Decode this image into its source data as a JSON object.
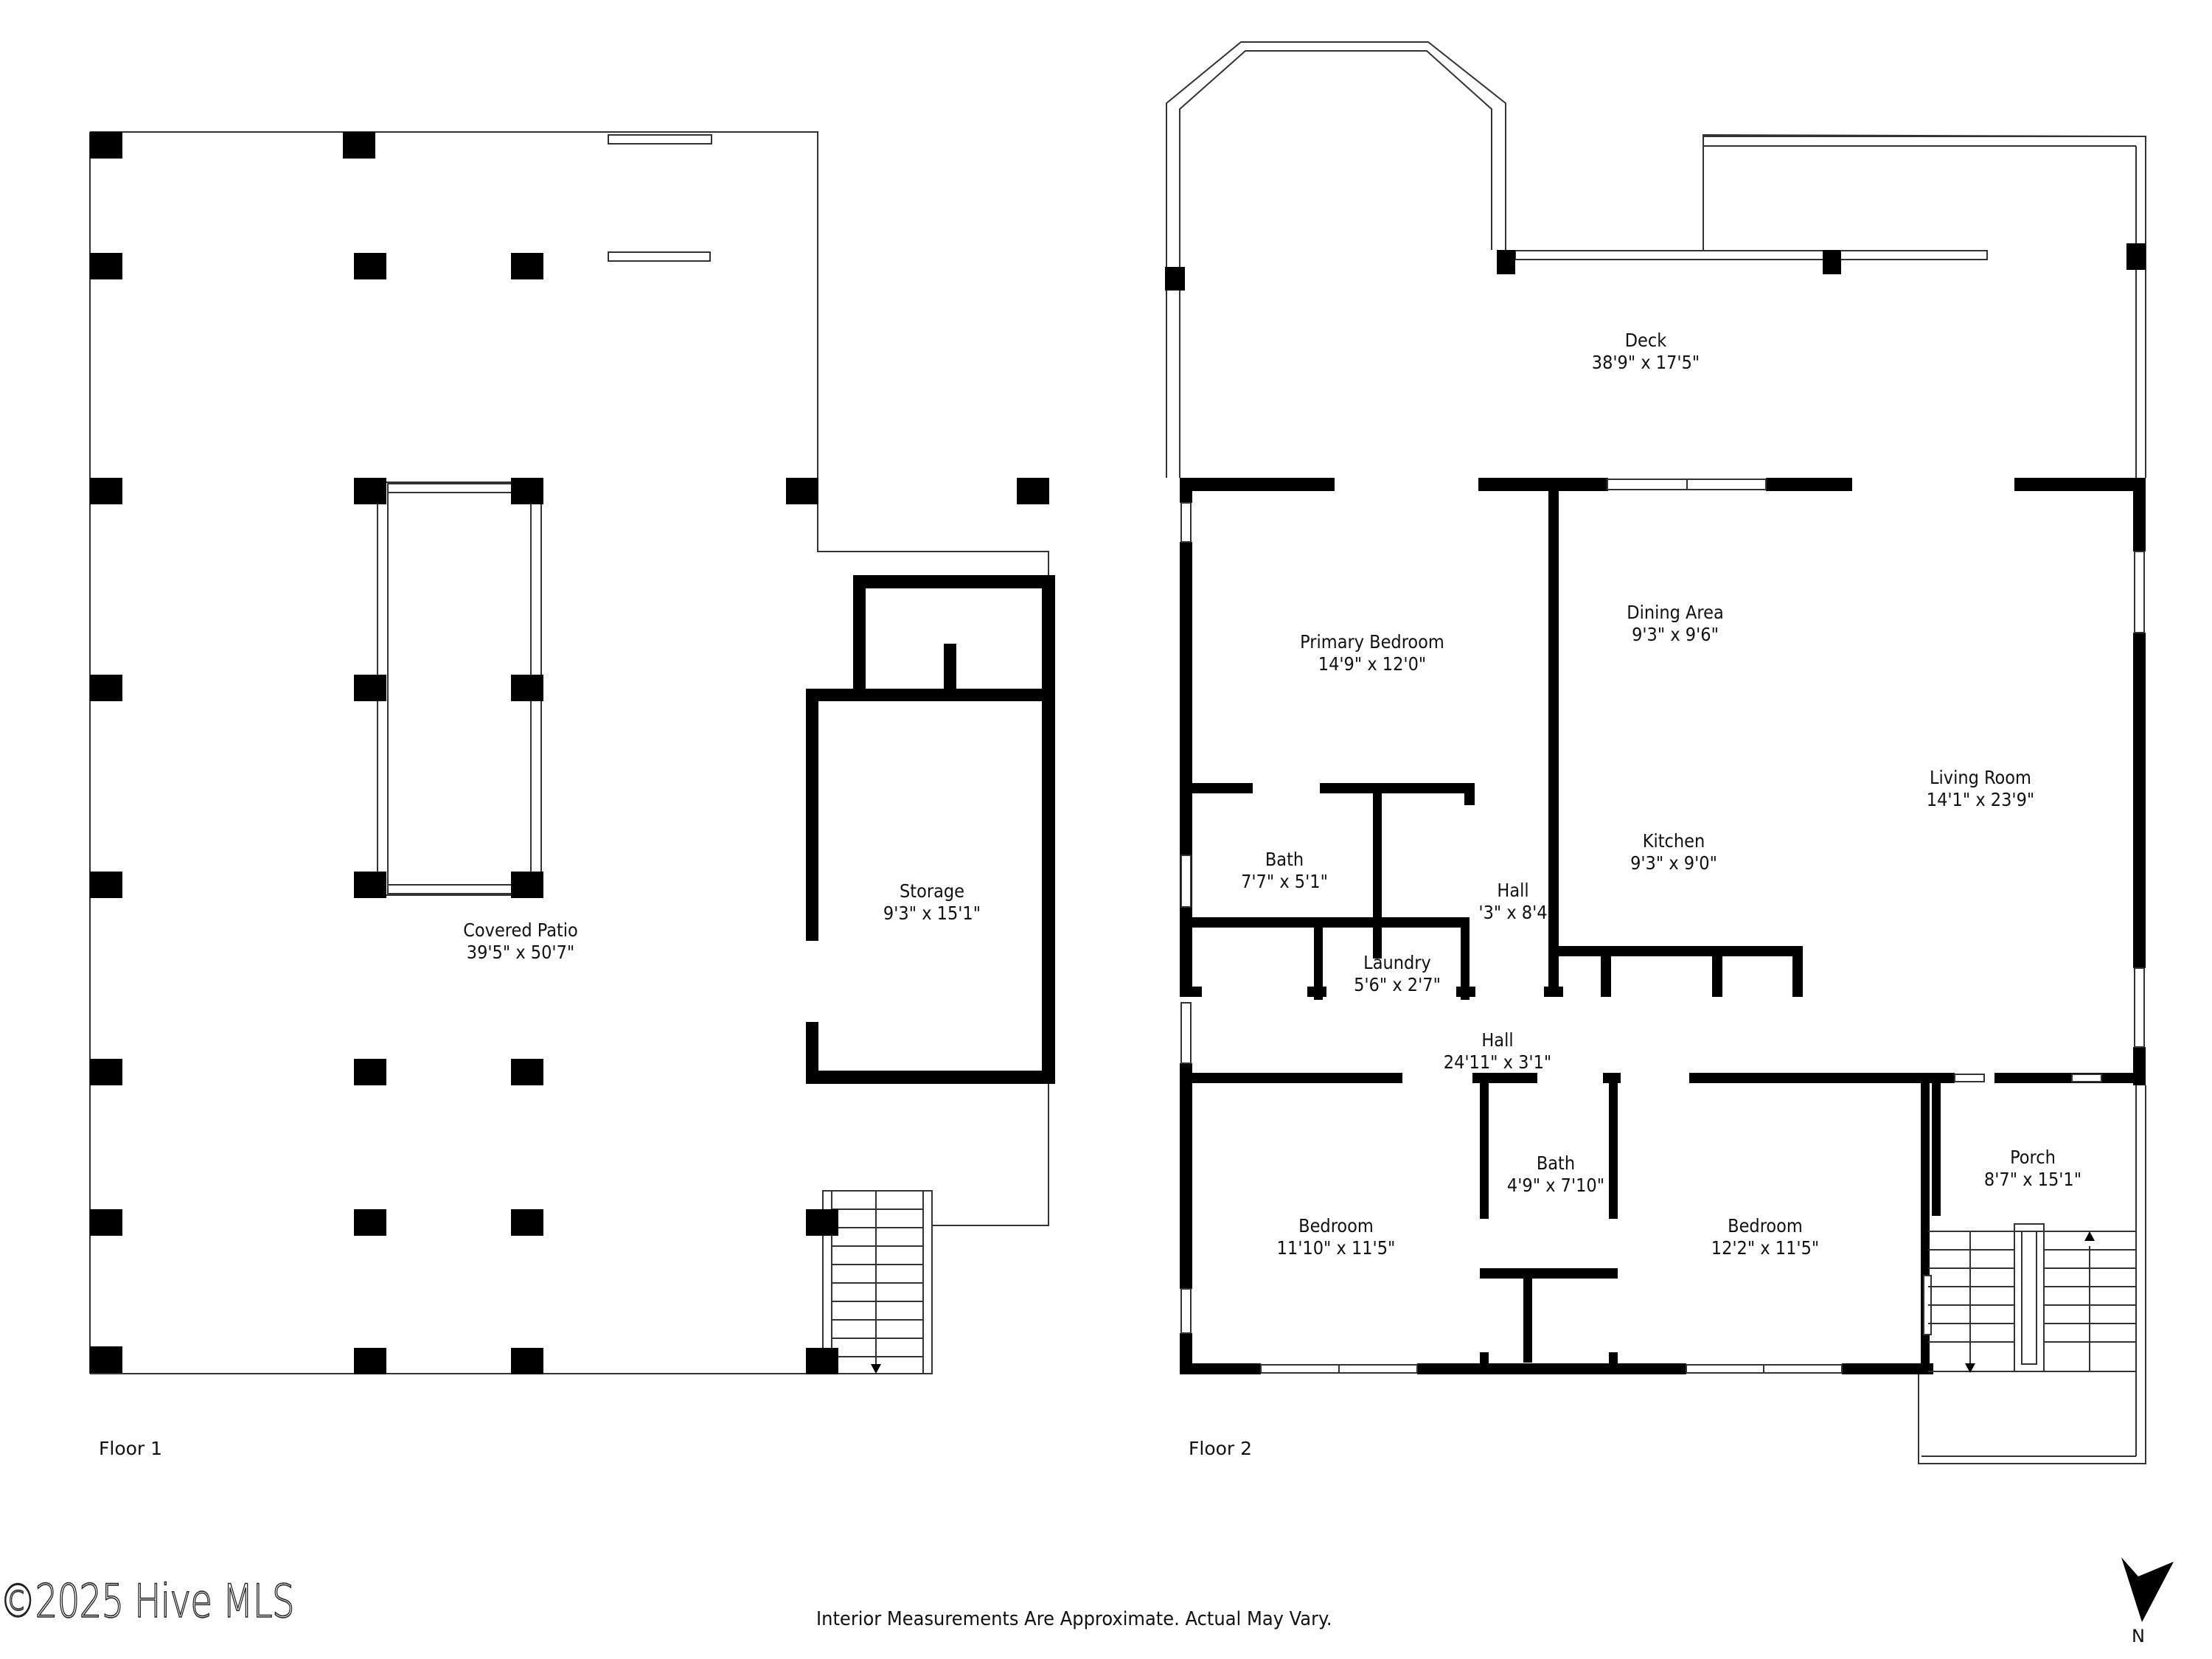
{
  "document": {
    "type": "floor plan",
    "disclaimer": "Interior Measurements Are Approximate. Actual May Vary.",
    "watermark": "©2025 Hive MLS",
    "compass": {
      "icon": "north-arrow-icon",
      "label": "N"
    }
  },
  "floors": [
    {
      "label": "Floor 1",
      "rooms": [
        {
          "name": "Covered Patio",
          "dimensions": "39'5\" x 50'7\""
        },
        {
          "name": "Storage",
          "dimensions": "9'3\" x 15'1\""
        }
      ]
    },
    {
      "label": "Floor 2",
      "rooms": [
        {
          "name": "Deck",
          "dimensions": "38'9\" x 17'5\""
        },
        {
          "name": "Primary Bedroom",
          "dimensions": "14'9\" x 12'0\""
        },
        {
          "name": "Dining Area",
          "dimensions": "9'3\" x 9'6\""
        },
        {
          "name": "Living Room",
          "dimensions": "14'1\" x 23'9\""
        },
        {
          "name": "Bath",
          "dimensions": "7'7\" x 5'1\""
        },
        {
          "name": "Hall",
          "dimensions": "'3\" x 8'4"
        },
        {
          "name": "Kitchen",
          "dimensions": "9'3\" x 9'0\""
        },
        {
          "name": "Laundry",
          "dimensions": "5'6\" x 2'7\""
        },
        {
          "name": "Hall",
          "dimensions": "24'11\" x 3'1\""
        },
        {
          "name": "Bath",
          "dimensions": "4'9\" x 7'10\""
        },
        {
          "name": "Bedroom",
          "dimensions": "11'10\" x 11'5\""
        },
        {
          "name": "Bedroom",
          "dimensions": "12'2\" x 11'5\""
        },
        {
          "name": "Porch",
          "dimensions": "8'7\" x 15'1\""
        }
      ]
    }
  ],
  "colors": {
    "wall": "#000000",
    "line": "#333333",
    "background": "#ffffff"
  }
}
